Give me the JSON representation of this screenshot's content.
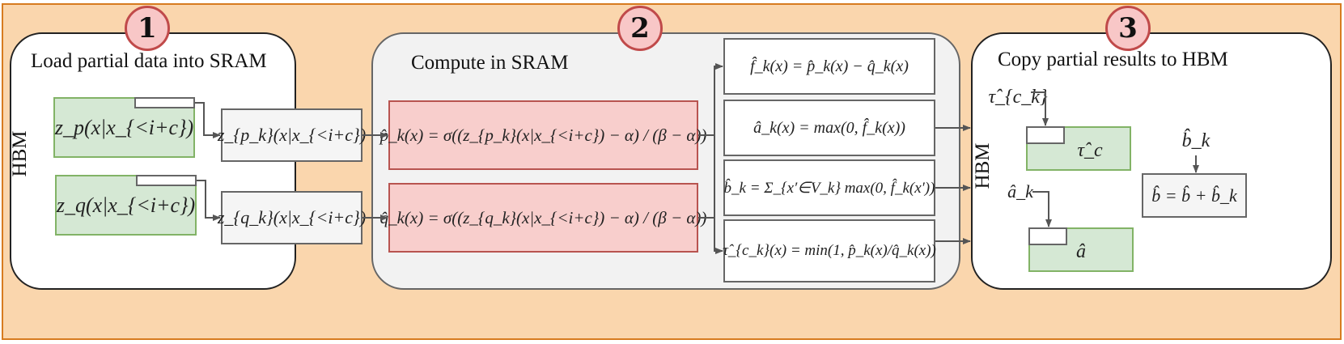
{
  "stages": {
    "load": {
      "number": "1",
      "title": "Load partial data into SRAM",
      "memory_label": "HBM",
      "zp_input": "z_p(x|x_{<i+c})",
      "zq_input": "z_q(x|x_{<i+c})",
      "zpk": "z_{p_k}(x|x_{<i+c})",
      "zqk": "z_{q_k}(x|x_{<i+c})"
    },
    "compute": {
      "number": "2",
      "title": "Compute in SRAM",
      "p_hat": "p̂_k(x) = σ((z_{p_k}(x|x_{<i+c}) − α) / (β − α))",
      "q_hat": "q̂_k(x) = σ((z_{q_k}(x|x_{<i+c}) − α) / (β − α))",
      "f_hat": "f̂_k(x) = p̂_k(x) − q̂_k(x)",
      "a_hat": "â_k(x) = max(0, f̂_k(x))",
      "b_hat": "b̂_k = Σ_{x′∈V_k} max(0, f̂_k(x′))",
      "tau_hat": "τ̂_{c_k}(x) = min(1, p̂_k(x)/q̂_k(x))"
    },
    "copy": {
      "number": "3",
      "title": "Copy partial results to HBM",
      "memory_label": "HBM",
      "tau_label": "τ̂_{c_k}",
      "tau_c": "τ̂_c",
      "a_label": "â_k",
      "a_result": "â",
      "b_label": "b̂_k",
      "b_update": "b̂ = b̂ + b̂_k"
    }
  }
}
